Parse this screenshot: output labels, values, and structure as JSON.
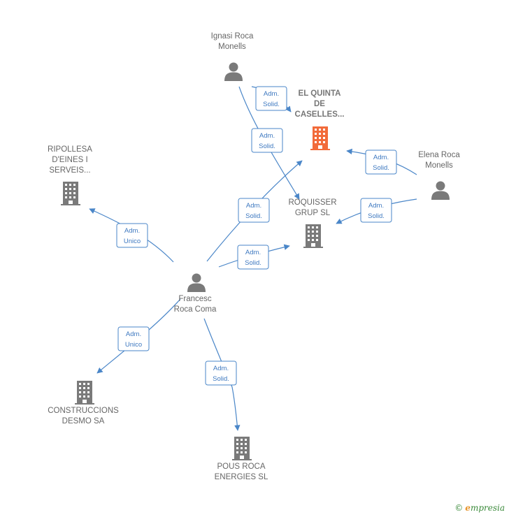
{
  "nodes": [
    {
      "id": "ignasi",
      "kind": "person",
      "lines": [
        "Ignasi Roca",
        "Monells"
      ]
    },
    {
      "id": "elquinta",
      "kind": "company",
      "main": true,
      "lines": [
        "EL QUINTA",
        "DE",
        "CASELLES..."
      ]
    },
    {
      "id": "elena",
      "kind": "person",
      "lines": [
        "Elena Roca",
        "Monells"
      ]
    },
    {
      "id": "ripollesa",
      "kind": "company",
      "lines": [
        "RIPOLLESA",
        "D'EINES I",
        "SERVEIS..."
      ]
    },
    {
      "id": "roquisser",
      "kind": "company",
      "lines": [
        "ROQUISSER",
        "GRUP  SL"
      ]
    },
    {
      "id": "francesc",
      "kind": "person",
      "lines": [
        "Francesc",
        "Roca Coma"
      ]
    },
    {
      "id": "construccions",
      "kind": "company",
      "lines": [
        "CONSTRUCCIONS",
        "DESMO SA"
      ]
    },
    {
      "id": "pousroca",
      "kind": "company",
      "lines": [
        "POUS ROCA",
        "ENERGIES SL"
      ]
    }
  ],
  "edges": [
    {
      "id": "ignasi-elquinta",
      "lines": [
        "Adm.",
        "Solid."
      ]
    },
    {
      "id": "ignasi-roquisser",
      "lines": [
        "Adm.",
        "Solid."
      ]
    },
    {
      "id": "elena-elquinta",
      "lines": [
        "Adm.",
        "Solid."
      ]
    },
    {
      "id": "elena-roquisser",
      "lines": [
        "Adm.",
        "Solid."
      ]
    },
    {
      "id": "francesc-ripollesa",
      "lines": [
        "Adm.",
        "Unico"
      ]
    },
    {
      "id": "francesc-elquinta",
      "lines": [
        "Adm.",
        "Solid."
      ]
    },
    {
      "id": "francesc-roquisser",
      "lines": [
        "Adm.",
        "Solid."
      ]
    },
    {
      "id": "francesc-construccions",
      "lines": [
        "Adm.",
        "Unico"
      ]
    },
    {
      "id": "francesc-pousroca",
      "lines": [
        "Adm.",
        "Solid."
      ]
    }
  ],
  "colors": {
    "edge": "#4a86c8",
    "person_icon": "#7a7a7a",
    "company_icon": "#7a7a7a",
    "main_company_icon": "#f26b3a",
    "label": "#666666"
  },
  "brand": {
    "copyright": "©",
    "first_letter": "e",
    "rest": "mpresia"
  }
}
